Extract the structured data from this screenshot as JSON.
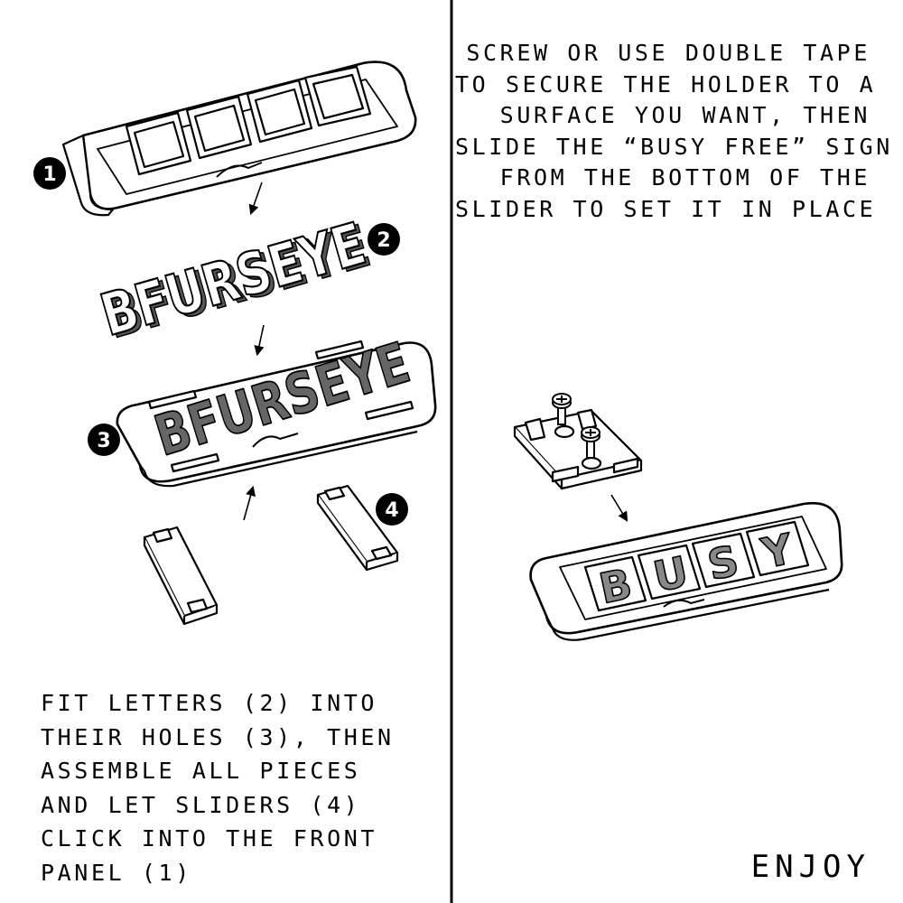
{
  "instructions_right": [
    "SCREW OR USE DOUBLE TAPE",
    "TO SECURE THE HOLDER TO A",
    "SURFACE YOU WANT, THEN",
    "SLIDE THE “BUSY FREE” SIGN",
    "FROM THE BOTTOM OF THE",
    "SLIDER TO SET IT IN PLACE"
  ],
  "instructions_left": [
    "FIT LETTERS (2) INTO",
    "THEIR HOLES (3), THEN",
    "ASSEMBLE ALL PIECES",
    "AND LET SLIDERS (4)",
    "CLICK INTO THE FRONT",
    "PANEL (1)"
  ],
  "enjoy": "ENJOY",
  "callouts": {
    "front_panel": "1",
    "letters": "2",
    "letter_panel": "3",
    "sliders": "4"
  },
  "letters_word": "BFURSEYE",
  "busy_word": [
    "B",
    "U",
    "S",
    "Y"
  ],
  "colors": {
    "ink": "#000000",
    "paper": "#ffffff"
  }
}
